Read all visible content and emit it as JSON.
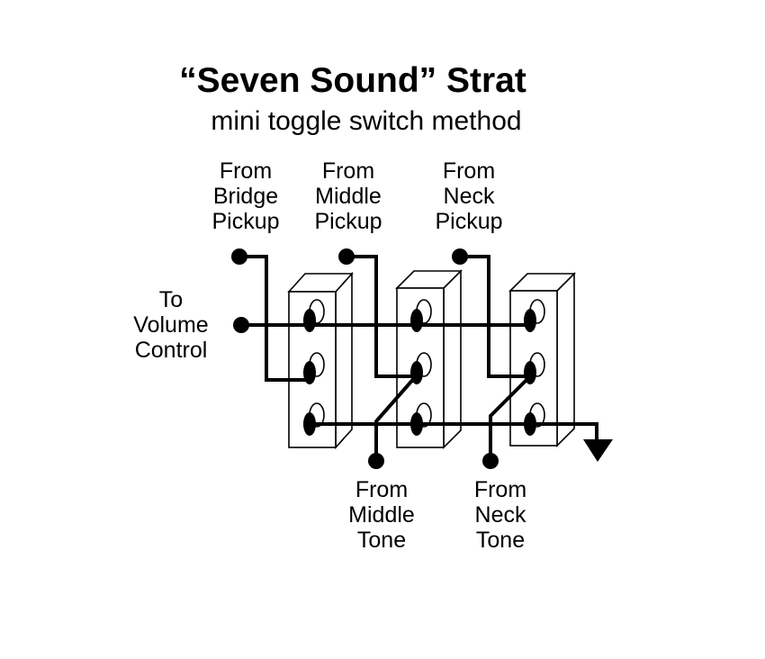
{
  "title": "“Seven Sound” Strat",
  "subtitle": "mini toggle switch method",
  "labels": {
    "bridge_pickup": [
      "From",
      "Bridge",
      "Pickup"
    ],
    "middle_pickup": [
      "From",
      "Middle",
      "Pickup"
    ],
    "neck_pickup": [
      "From",
      "Neck",
      "Pickup"
    ],
    "volume": [
      "To",
      "Volume",
      "Control"
    ],
    "middle_tone": [
      "From",
      "Middle",
      "Tone"
    ],
    "neck_tone": [
      "From",
      "Neck",
      "Tone"
    ]
  },
  "switch_count": 3,
  "lugs_per_switch": 3,
  "colors": {
    "ink": "#000000",
    "background": "#ffffff"
  }
}
